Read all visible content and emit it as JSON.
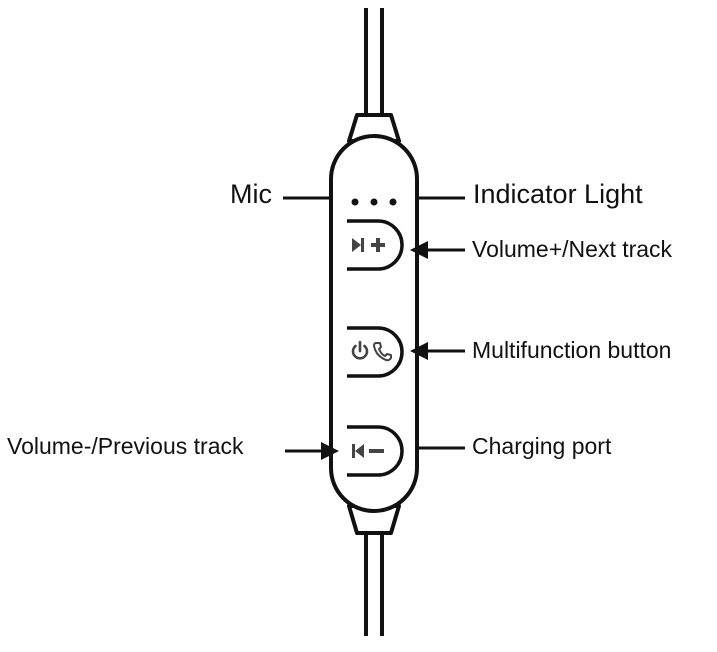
{
  "labels": {
    "mic": "Mic",
    "indicator_light": "Indicator Light",
    "volume_plus": "Volume+/Next track",
    "multifunction": "Multifunction button",
    "charging_port": "Charging port",
    "volume_minus": "Volume-/Previous track"
  },
  "icons": {
    "top_button": [
      "next-track-icon",
      "plus-icon"
    ],
    "middle_button": [
      "power-icon",
      "phone-icon"
    ],
    "bottom_button": [
      "previous-track-icon",
      "minus-icon"
    ]
  },
  "colors": {
    "line": "#111111",
    "icon": "#444444",
    "background": "#ffffff"
  }
}
